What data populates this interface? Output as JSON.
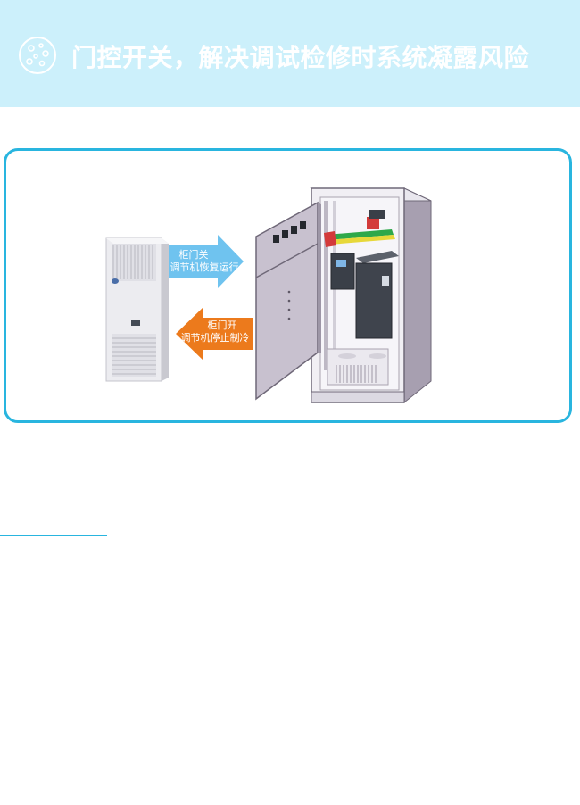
{
  "header": {
    "title": "门控开关，解决调试检修时系统凝露风险",
    "icon": "dots-circle-icon",
    "background": "#ccf0fb",
    "title_color": "#ffffff"
  },
  "diagram": {
    "border_color": "#29b5df",
    "arrow_close": {
      "line1": "柜门关",
      "line2": "调节机恢复运行",
      "color": "#6fc3ef"
    },
    "arrow_open": {
      "line1": "柜门开",
      "line2": "调节机停止制冷",
      "color": "#ec7a1c"
    }
  },
  "accent_color": "#29b5df"
}
